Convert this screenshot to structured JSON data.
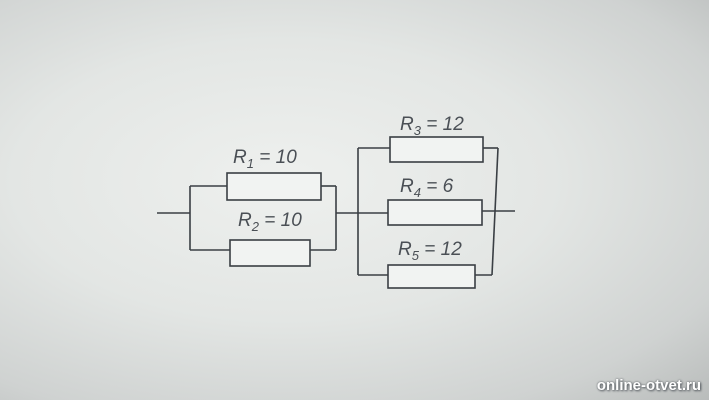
{
  "labels": {
    "r1": {
      "name": "R",
      "sub": "1",
      "value": " = 10"
    },
    "r2": {
      "name": "R",
      "sub": "2",
      "value": " = 10"
    },
    "r3": {
      "name": "R",
      "sub": "3",
      "value": " = 12"
    },
    "r4": {
      "name": "R",
      "sub": "4",
      "value": " = 6"
    },
    "r5": {
      "name": "R",
      "sub": "5",
      "value": " = 12"
    }
  },
  "watermark": "online-otvet.ru"
}
